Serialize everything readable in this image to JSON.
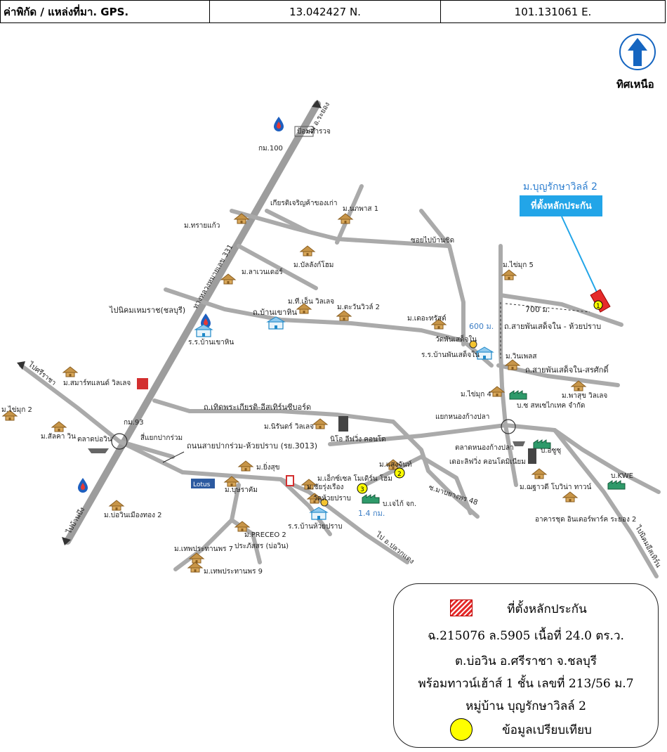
{
  "header": {
    "gps_label": "ค่าพิกัด / แหล่งที่มา. GPS.",
    "latitude": "13.042427 N.",
    "longitude": "101.131061 E."
  },
  "north_label": "ทิศเหนือ",
  "target": {
    "name": "ม.บุญรักษาวิลล์ 2",
    "sign": "ที่ตั้งหลักประกัน",
    "marker_number": "1"
  },
  "distances": {
    "d700": "700 ม.",
    "d600": "600 ม.",
    "d14": "1.4 กม."
  },
  "roads": {
    "r331": "ทางหลวงหมายเลข 331",
    "baan_khao_hin": "ถ.บ้านเขาหิน",
    "sai_phan_inner_huai_prab": "ถ.สายพันเสด็จใน - ห้วยปราบ",
    "sai_phan_inner_sarak": "ถ.สายพันเสด็จใน-สรศักดิ์",
    "nithi": "ถ.เทิดพระเกียรติ-อีสเทิร์นซีบอร์ด",
    "sai_bo_huai": "ถนนสายปากร่วม-ห้วยปราบ (รย.3013)",
    "mabyangporn": "ซ.มาบยางพร 48",
    "to_pattaya": "ไป อ.ระยอง",
    "to_nikom": "ไปนิคมเหมราช(ชลบุรี)",
    "to_sriracha_left": "ไปศรีราชา",
    "to_bangphra": "ไปบ้านบึง",
    "to_plaak": "ไป อ.ปลวกแดง",
    "to_siam": "ไปนิคมอีสเทิร์น",
    "to_kham": "ซอยไปบ้านชิด"
  },
  "places": {
    "km100": "กม.100",
    "police": "ป้อมตำรวจ",
    "dealer": "เกียรติเจริญค้าของเก่า",
    "m_naphat1": "ม.นภพาส 1",
    "m_saikaew": "ม.ทรายแก้ว",
    "m_sianesom": "ม.บัลลังก์โฮม",
    "m_lawanator": "ม.ลาเวนเดอร์",
    "m_tien": "ม.ที.เอ็น วิลเลจ",
    "m_tawan": "ม.ตะวันวิวล์ 2",
    "m_khaiimuk5": "ม.ไข่มุก 5",
    "m_dekora": "ม.เดอะทรัสต์",
    "wat_phan": "วัดพันเสด็จใน",
    "school_phan": "ร.ร.บ้านพันเสด็จใน",
    "m_winpluss": "ม.วินเพลส",
    "school_khaohin": "ร.ร.บ้านเขาหิน",
    "m_smart": "ม.สมาร์ทแลนด์ วิลเลจ",
    "m_khaimuk2": "ม.ไข่มุก 2",
    "m_salaka": "ม.สัลคา วิน",
    "market_bowin": "ตลาดบ่อวิน",
    "km93": "กม.93",
    "junction": "สี่แยกปากร่วม",
    "m_nirun": "ม.นิรันดร์ วิลเลจ",
    "nio": "นิโอ ลีฟวิ่ง คอนโด",
    "m_khaimuk4": "ม.ไข่มุก 4",
    "b_saha": "บ.ซ สหเซไกเทค จำกัด",
    "m_pasuk": "ม.พาสุข วิลเลจ",
    "junction_nongkangpla": "แยกหนองก้างปลา",
    "market_nongkangpla": "ตลาดหนองก้างปลา",
    "the_living": "เดอะลิฟวิ่ง คอนโดมิเนียม",
    "b_oshu": "บ.อซูซุ",
    "b_kwe": "บ.KWE",
    "m_yingsuk": "ม.ยิ่งสุข",
    "m_bunrung": "ม.บุษราคัม",
    "tesco": "Lotus",
    "m_bowin2": "ม.บ่อวินเมืองทอง 2",
    "m_excel": "ม.เอ็กซ์เซล โมเดิร์น โฮม",
    "m_chairung": "ม.ชัยรุ่งเรือง",
    "wat_huai": "วัดห้วยปราบ",
    "m_saengchan": "ม.แสงจันท์",
    "b_jekiko": "บ.เจไก้ จก.",
    "school_huai": "ร.ร.บ้านห้วยปราบ",
    "m_preceo": "ม.PRECEO 2",
    "prasert": "ประภัสสร (บ่อวิน)",
    "m_tep7": "ม.เทพประทานพร 7",
    "m_tep9": "ม.เทพประทานพร 9",
    "m_chudarat": "ม.ฌฐาวดี โบวิน่า ทาวน์",
    "apartment": "อาคารชุด อินเตอร์พาร์ค ระยอง 2"
  },
  "legend": {
    "collateral": "ที่ตั้งหลักประกัน",
    "deed": "ฉ.215076 ล.5905 เนื้อที่ 24.0 ตร.ว.",
    "location": "ต.บ่อวิน อ.ศรีราชา จ.ชลบุรี",
    "building": "พร้อมทาวน์เฮ้าส์ 1 ชั้น เลขที่ 213/56 ม.7",
    "village": "หมู่บ้าน บุญรักษาวิลล์ 2",
    "comparison": "ข้อมูลเปรียบเทียบ"
  },
  "comparison_markers": [
    "2",
    "3"
  ],
  "colors": {
    "road": "#a9a9a9",
    "highway": "#9a9a9a",
    "house": "#b8863c",
    "target_red": "#e52a2a",
    "sign_blue": "#22a5e8",
    "compass_blue": "#1565c0",
    "marker_yellow": "#ffff00"
  }
}
